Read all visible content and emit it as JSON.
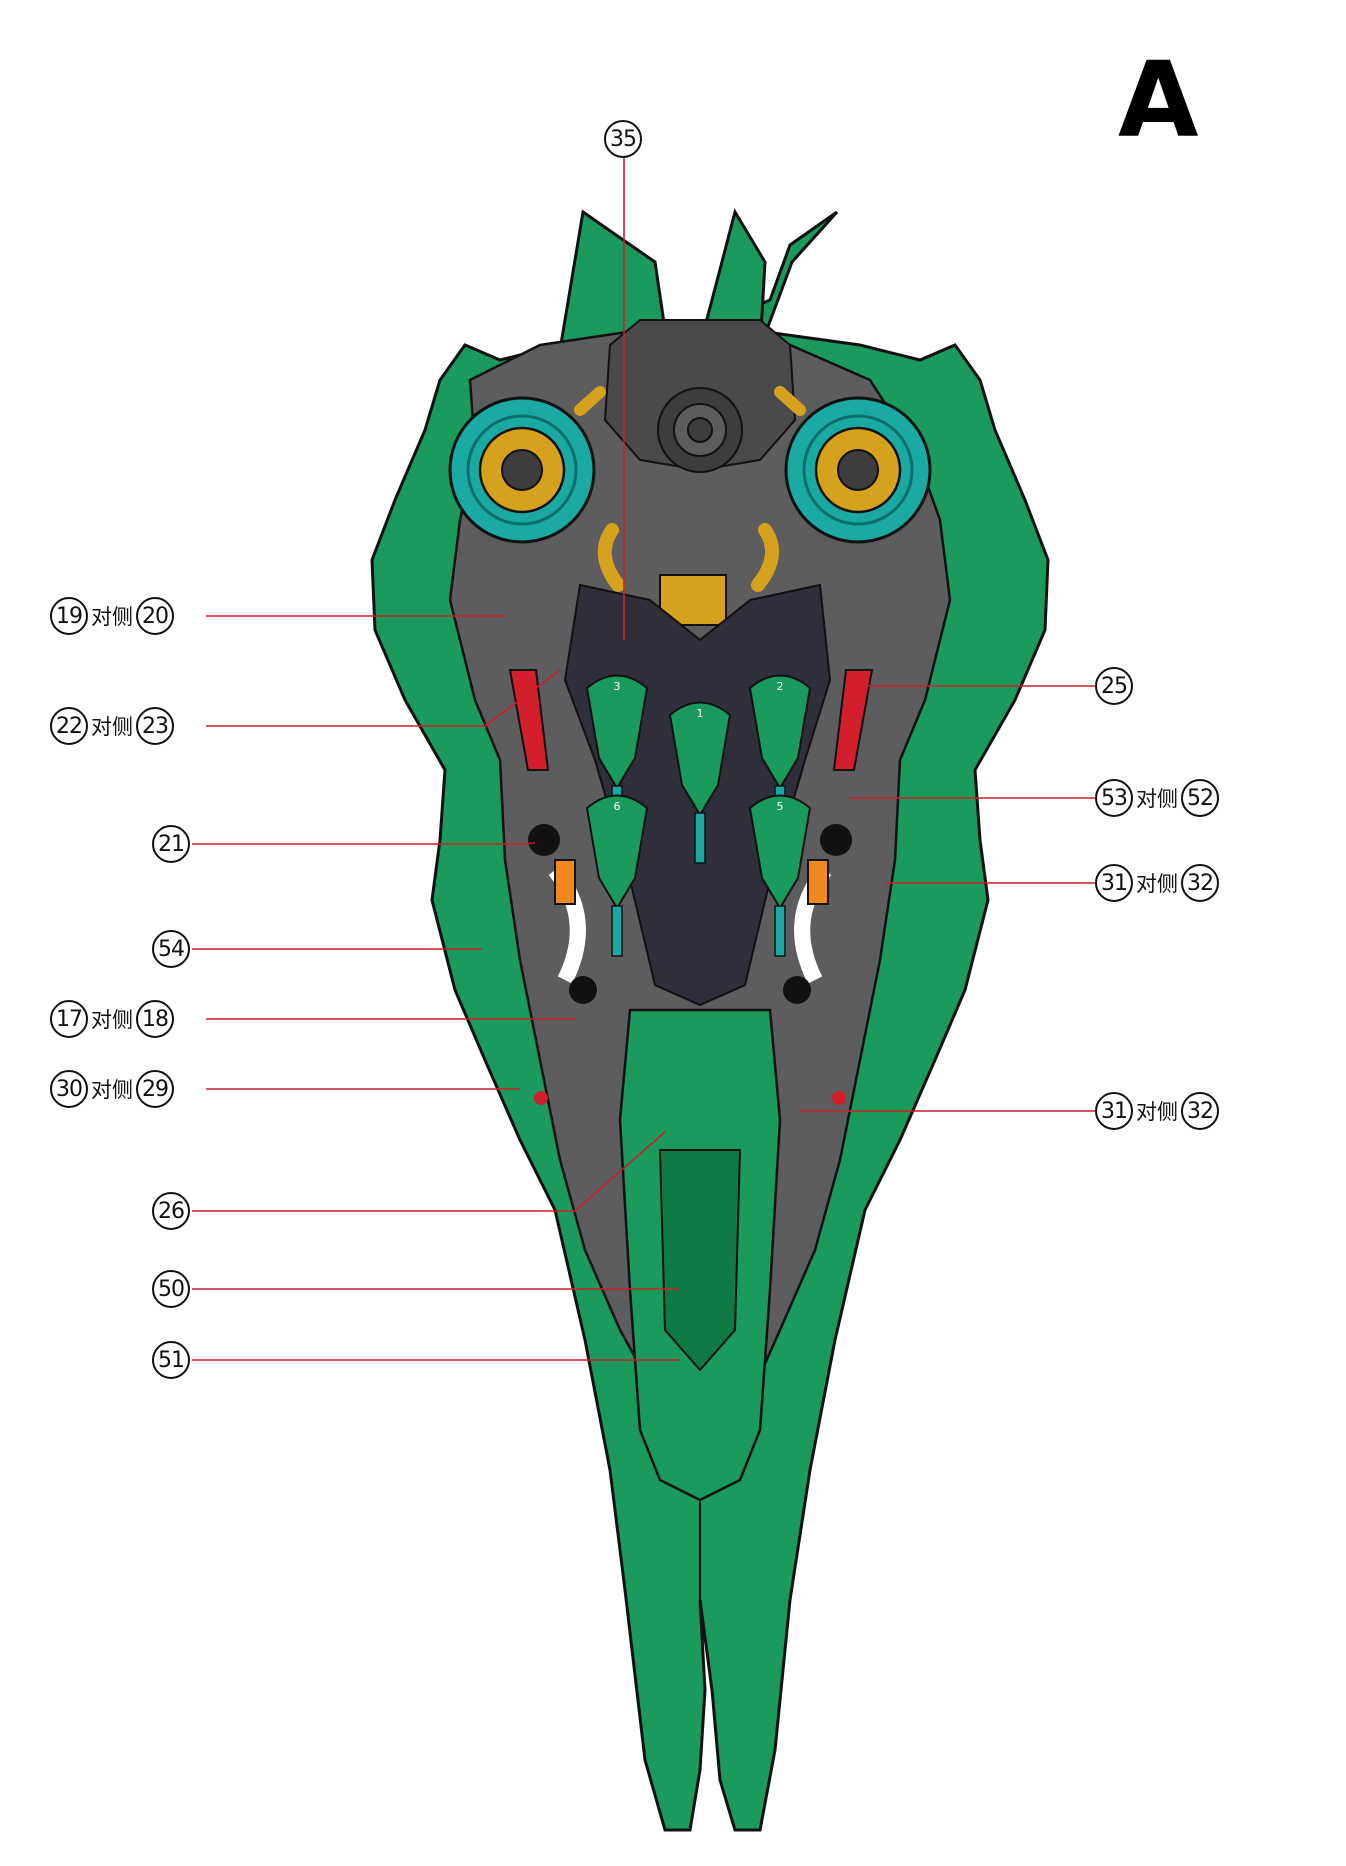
{
  "sheet": {
    "letter": "A"
  },
  "colors": {
    "hull": "#1a9a5c",
    "hull_dark": "#0f7a44",
    "outline": "#111111",
    "panel": "#5d5d5f",
    "panel_dark": "#3d3d40",
    "cockpit": "#2e2f3a",
    "teal": "#1aa9a3",
    "gold": "#d6a21e",
    "red": "#d21f2b",
    "orange": "#f08a1f",
    "leader": "#cc1f2b"
  },
  "callouts": [
    {
      "id": "c35",
      "num": "35",
      "opp_text": "",
      "num2": "",
      "side": "top"
    },
    {
      "id": "c19",
      "num": "19",
      "opp_text": "对侧",
      "num2": "20",
      "side": "left"
    },
    {
      "id": "c22",
      "num": "22",
      "opp_text": "对侧",
      "num2": "23",
      "side": "left"
    },
    {
      "id": "c21",
      "num": "21",
      "opp_text": "",
      "num2": "",
      "side": "left"
    },
    {
      "id": "c54",
      "num": "54",
      "opp_text": "",
      "num2": "",
      "side": "left"
    },
    {
      "id": "c17",
      "num": "17",
      "opp_text": "对侧",
      "num2": "18",
      "side": "left"
    },
    {
      "id": "c30",
      "num": "30",
      "opp_text": "对侧",
      "num2": "29",
      "side": "left"
    },
    {
      "id": "c26",
      "num": "26",
      "opp_text": "",
      "num2": "",
      "side": "left"
    },
    {
      "id": "c50",
      "num": "50",
      "opp_text": "",
      "num2": "",
      "side": "left"
    },
    {
      "id": "c51",
      "num": "51",
      "opp_text": "",
      "num2": "",
      "side": "left"
    },
    {
      "id": "c25",
      "num": "25",
      "opp_text": "",
      "num2": "",
      "side": "right"
    },
    {
      "id": "c53",
      "num": "53",
      "opp_text": "对侧",
      "num2": "52",
      "side": "right"
    },
    {
      "id": "c31a",
      "num": "31",
      "opp_text": "对侧",
      "num2": "32",
      "side": "right"
    },
    {
      "id": "c31b",
      "num": "31",
      "opp_text": "对侧",
      "num2": "32",
      "side": "right"
    }
  ],
  "pod_labels": [
    "3",
    "1",
    "2",
    "6",
    "5"
  ]
}
